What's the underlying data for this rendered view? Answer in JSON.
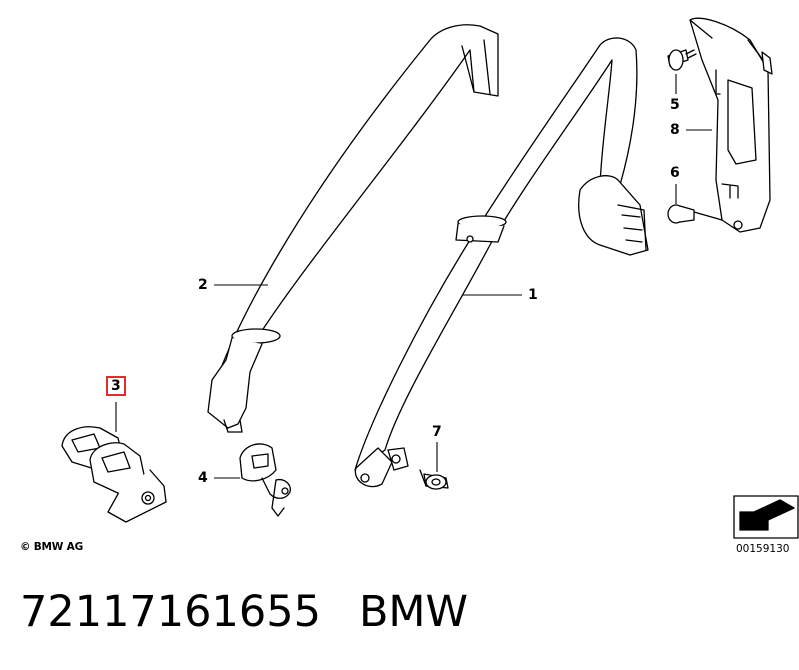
{
  "callouts": {
    "c1": "1",
    "c2": "2",
    "c3": "3",
    "c4": "4",
    "c5": "5",
    "c6": "6",
    "c7": "7",
    "c8": "8"
  },
  "highlight_color": "#d9302c",
  "copyright": "© BMW AG",
  "reference_number": "00159130",
  "footer": {
    "part_number": "72117161655",
    "brand": "BMW"
  }
}
